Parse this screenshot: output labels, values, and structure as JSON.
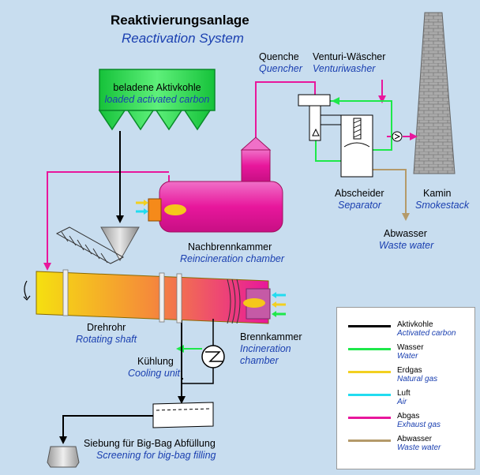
{
  "title": {
    "de": "Reaktivierungsanlage",
    "en": "Reactivation System"
  },
  "colors": {
    "activated_carbon": "#000000",
    "water": "#1ee84a",
    "natural_gas": "#f2d020",
    "air": "#22dcf0",
    "exhaust_gas": "#e8179c",
    "waste_water": "#b49a6a",
    "background": "#c8ddef"
  },
  "components": {
    "hopper": {
      "de": "beladene Aktivkohle",
      "en": "loaded activated carbon"
    },
    "quencher": {
      "de": "Quenche",
      "en": "Quencher"
    },
    "venturi": {
      "de": "Venturi-Wäscher",
      "en": "Venturiwasher"
    },
    "separator": {
      "de": "Abscheider",
      "en": "Separator"
    },
    "smokestack": {
      "de": "Kamin",
      "en": "Smokestack"
    },
    "waste_water": {
      "de": "Abwasser",
      "en": "Waste water"
    },
    "afterburner": {
      "de": "Nachbrennkammer",
      "en": "Reincineration chamber"
    },
    "rotating_shaft": {
      "de": "Drehrohr",
      "en": "Rotating shaft"
    },
    "incineration": {
      "de": "Brennkammer",
      "en": "Incineration",
      "en2": "chamber"
    },
    "cooling": {
      "de": "Kühlung",
      "en": "Cooling unit"
    },
    "screening": {
      "de": "Siebung für Big-Bag Abfüllung",
      "en": "Screening for big-bag filling"
    }
  },
  "legend": [
    {
      "de": "Aktivkohle",
      "en": "Activated carbon",
      "color": "#000000"
    },
    {
      "de": "Wasser",
      "en": "Water",
      "color": "#1ee84a"
    },
    {
      "de": "Erdgas",
      "en": "Natural gas",
      "color": "#f2d020"
    },
    {
      "de": "Luft",
      "en": "Air",
      "color": "#22dcf0"
    },
    {
      "de": "Abgas",
      "en": "Exhaust gas",
      "color": "#e8179c"
    },
    {
      "de": "Abwasser",
      "en": "Waste water",
      "color": "#b49a6a"
    }
  ]
}
